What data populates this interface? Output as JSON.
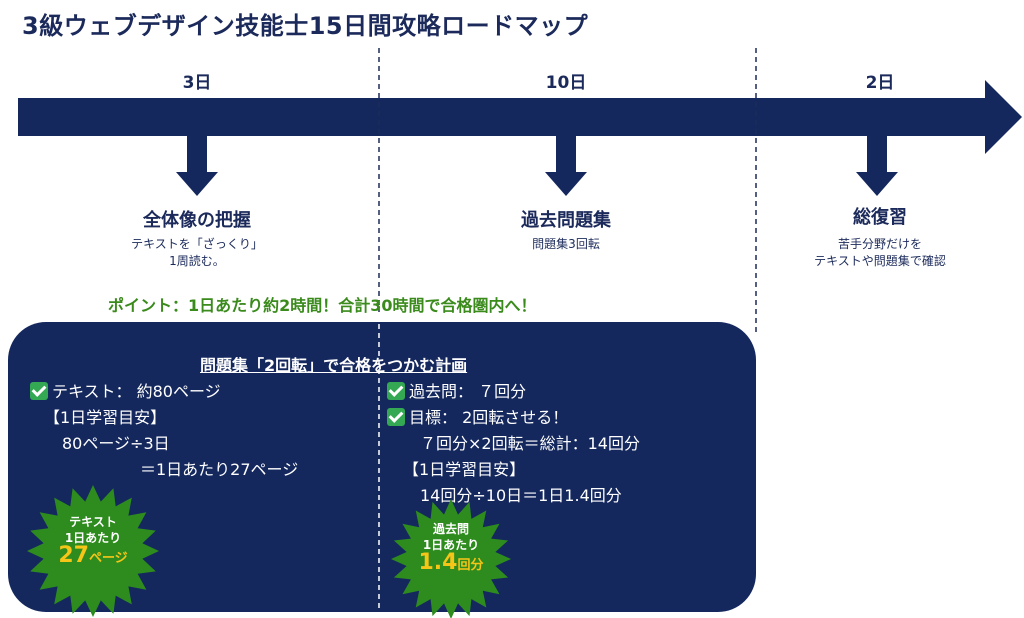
{
  "title": "3級ウェブデザイン技能士15日間攻略ロードマップ",
  "colors": {
    "navy": "#14285e",
    "green": "#3a8a1c",
    "badge_green": "#2e8b1e",
    "accent_yellow": "#f5c518"
  },
  "phases": [
    {
      "days": "3日",
      "title": "全体像の把握",
      "desc_line1": "テキストを「ざっくり」",
      "desc_line2": "1周読む。"
    },
    {
      "days": "10日",
      "title": "過去問題集",
      "desc_line1": "問題集3回転",
      "desc_line2": ""
    },
    {
      "days": "2日",
      "title": "総復習",
      "desc_line1": "苦手分野だけを",
      "desc_line2": "テキストや問題集で確認"
    }
  ],
  "point": "ポイント：1日あたり約2時間！合計30時間で合格圏内へ！",
  "plan": {
    "title": "問題集「2回転」で合格をつかむ計画",
    "left": {
      "line1": "テキスト： 約80ページ",
      "line2": "【1日学習目安】",
      "line3": "80ページ÷3日",
      "line4": "＝1日あたり27ページ"
    },
    "right": {
      "line1": "過去問： ７回分",
      "line2": "目標： 2回転させる！",
      "line3": "７回分×2回転＝総計：14回分",
      "line4": "【1日学習目安】",
      "line5": "14回分÷10日＝1日1.4回分"
    },
    "badge_left": {
      "line1": "テキスト",
      "line2": "1日あたり",
      "big": "27",
      "unit": "ページ"
    },
    "badge_right": {
      "line1": "過去問",
      "line2": "1日あたり",
      "big": "1.4",
      "unit": "回分"
    }
  }
}
